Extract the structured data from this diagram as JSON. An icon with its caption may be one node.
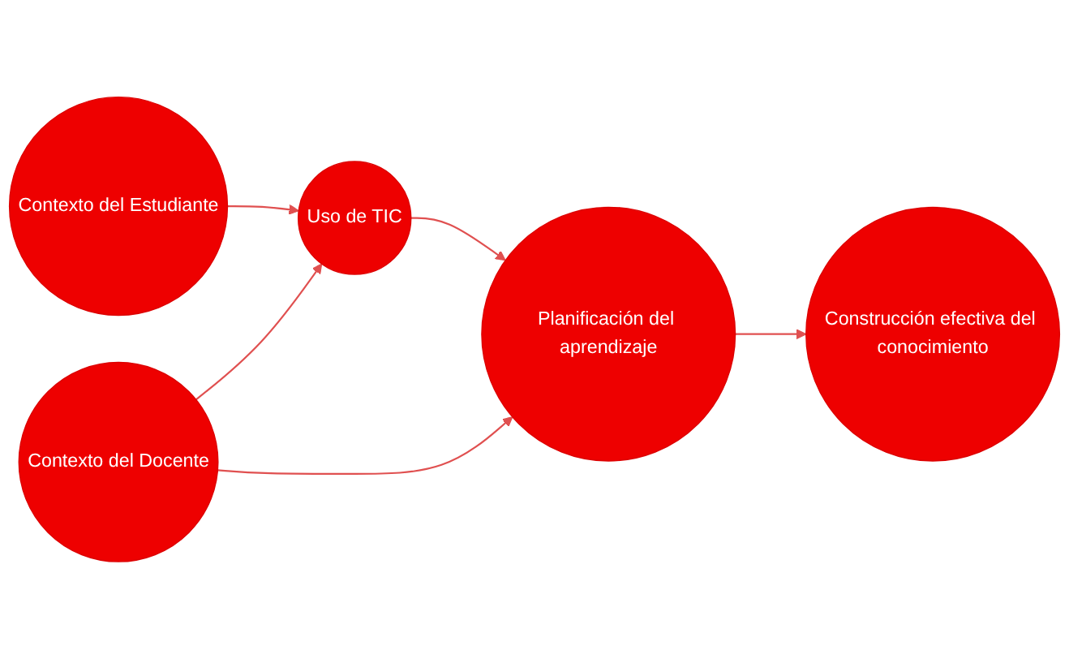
{
  "diagram": {
    "nodes": [
      {
        "text": [
          "Contexto del Estudiante"
        ]
      },
      {
        "text": [
          "Uso de TIC"
        ]
      },
      {
        "text": [
          "Contexto del Docente"
        ]
      },
      {
        "text": [
          "Planificación del aprendizaje"
        ]
      },
      {
        "text": [
          "Construcción efectiva del conocimiento"
        ]
      }
    ],
    "edges": [
      {
        "from": 0,
        "to": 1,
        "arrow": "to"
      },
      {
        "from": 2,
        "to": 1,
        "arrow": "to"
      },
      {
        "from": 1,
        "to": 3,
        "arrow": "to"
      },
      {
        "from": 2,
        "to": 3,
        "arrow": "to"
      },
      {
        "from": 3,
        "to": 4,
        "arrow": "to"
      }
    ]
  }
}
